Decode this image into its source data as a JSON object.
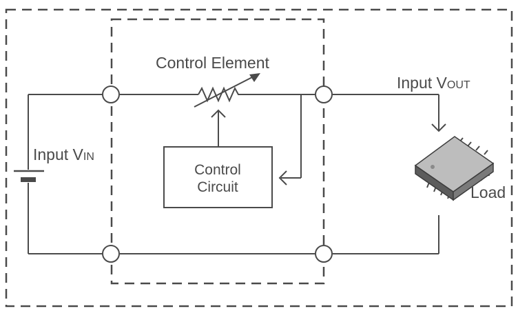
{
  "labels": {
    "control_element": "Control Element",
    "input_vin_prefix": "Input V",
    "input_vin_sub": "IN",
    "input_vout_prefix": "Input V",
    "input_vout_sub": "OUT",
    "control_circuit_line1": "Control",
    "control_circuit_line2": "Circuit",
    "load": "Load"
  },
  "colors": {
    "stroke": "#4a4a4a",
    "text": "#4a4a4a",
    "background": "#ffffff"
  }
}
